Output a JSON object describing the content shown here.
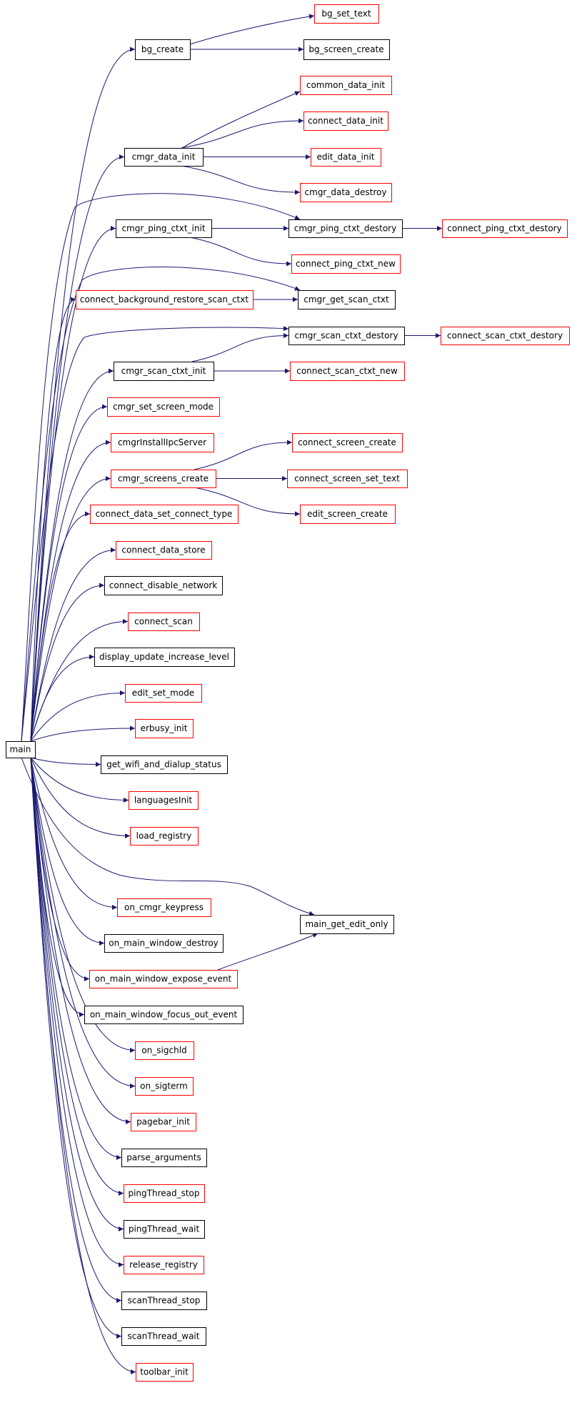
{
  "colors": {
    "edge": "#191970",
    "node_border_default": "#000000",
    "node_border_red": "#ff0000",
    "root_fill": "#bfbfbf",
    "node_fill": "#ffffff"
  },
  "nodes": [
    {
      "id": "main",
      "label": "main",
      "style": "root"
    },
    {
      "id": "bg_create",
      "label": "bg_create",
      "style": "black"
    },
    {
      "id": "bg_set_text",
      "label": "bg_set_text",
      "style": "red"
    },
    {
      "id": "bg_screen_create",
      "label": "bg_screen_create",
      "style": "black"
    },
    {
      "id": "cmgr_data_init",
      "label": "cmgr_data_init",
      "style": "black"
    },
    {
      "id": "common_data_init",
      "label": "common_data_init",
      "style": "red"
    },
    {
      "id": "connect_data_init",
      "label": "connect_data_init",
      "style": "red"
    },
    {
      "id": "edit_data_init",
      "label": "edit_data_init",
      "style": "red"
    },
    {
      "id": "cmgr_data_destroy",
      "label": "cmgr_data_destroy",
      "style": "red"
    },
    {
      "id": "cmgr_ping_ctxt_init",
      "label": "cmgr_ping_ctxt_init",
      "style": "black"
    },
    {
      "id": "cmgr_ping_ctxt_destory",
      "label": "cmgr_ping_ctxt_destory",
      "style": "black"
    },
    {
      "id": "connect_ping_ctxt_destory",
      "label": "connect_ping_ctxt_destory",
      "style": "red"
    },
    {
      "id": "connect_ping_ctxt_new",
      "label": "connect_ping_ctxt_new",
      "style": "red"
    },
    {
      "id": "connect_background_restore_scan_ctxt",
      "label": "connect_background_restore_scan_ctxt",
      "style": "red"
    },
    {
      "id": "cmgr_get_scan_ctxt",
      "label": "cmgr_get_scan_ctxt",
      "style": "black"
    },
    {
      "id": "cmgr_scan_ctxt_destory",
      "label": "cmgr_scan_ctxt_destory",
      "style": "black"
    },
    {
      "id": "connect_scan_ctxt_destory",
      "label": "connect_scan_ctxt_destory",
      "style": "red"
    },
    {
      "id": "cmgr_scan_ctxt_init",
      "label": "cmgr_scan_ctxt_init",
      "style": "black"
    },
    {
      "id": "connect_scan_ctxt_new",
      "label": "connect_scan_ctxt_new",
      "style": "red"
    },
    {
      "id": "cmgr_set_screen_mode",
      "label": "cmgr_set_screen_mode",
      "style": "red"
    },
    {
      "id": "cmgrInstallIpcServer",
      "label": "cmgrInstallIpcServer",
      "style": "red"
    },
    {
      "id": "cmgr_screens_create",
      "label": "cmgr_screens_create",
      "style": "red"
    },
    {
      "id": "connect_screen_create",
      "label": "connect_screen_create",
      "style": "red"
    },
    {
      "id": "connect_screen_set_text",
      "label": "connect_screen_set_text",
      "style": "red"
    },
    {
      "id": "edit_screen_create",
      "label": "edit_screen_create",
      "style": "red"
    },
    {
      "id": "connect_data_set_connect_type",
      "label": "connect_data_set_connect_type",
      "style": "red"
    },
    {
      "id": "connect_data_store",
      "label": "connect_data_store",
      "style": "red"
    },
    {
      "id": "connect_disable_network",
      "label": "connect_disable_network",
      "style": "black"
    },
    {
      "id": "connect_scan",
      "label": "connect_scan",
      "style": "red"
    },
    {
      "id": "display_update_increase_level",
      "label": "display_update_increase_level",
      "style": "black"
    },
    {
      "id": "edit_set_mode",
      "label": "edit_set_mode",
      "style": "red"
    },
    {
      "id": "erbusy_init",
      "label": "erbusy_init",
      "style": "red"
    },
    {
      "id": "get_wifi_and_dialup_status",
      "label": "get_wifi_and_dialup_status",
      "style": "black"
    },
    {
      "id": "languagesInit",
      "label": "languagesInit",
      "style": "red"
    },
    {
      "id": "load_registry",
      "label": "load_registry",
      "style": "red"
    },
    {
      "id": "main_get_edit_only",
      "label": "main_get_edit_only",
      "style": "black"
    },
    {
      "id": "on_cmgr_keypress",
      "label": "on_cmgr_keypress",
      "style": "red"
    },
    {
      "id": "on_main_window_destroy",
      "label": "on_main_window_destroy",
      "style": "black"
    },
    {
      "id": "on_main_window_expose_event",
      "label": "on_main_window_expose_event",
      "style": "red"
    },
    {
      "id": "on_main_window_focus_out_event",
      "label": "on_main_window_focus_out_event",
      "style": "black"
    },
    {
      "id": "on_sigchld",
      "label": "on_sigchld",
      "style": "red"
    },
    {
      "id": "on_sigterm",
      "label": "on_sigterm",
      "style": "red"
    },
    {
      "id": "pagebar_init",
      "label": "pagebar_init",
      "style": "red"
    },
    {
      "id": "parse_arguments",
      "label": "parse_arguments",
      "style": "black"
    },
    {
      "id": "pingThread_stop",
      "label": "pingThread_stop",
      "style": "red"
    },
    {
      "id": "pingThread_wait",
      "label": "pingThread_wait",
      "style": "black"
    },
    {
      "id": "release_registry",
      "label": "release_registry",
      "style": "red"
    },
    {
      "id": "scanThread_stop",
      "label": "scanThread_stop",
      "style": "black"
    },
    {
      "id": "scanThread_wait",
      "label": "scanThread_wait",
      "style": "black"
    },
    {
      "id": "toolbar_init",
      "label": "toolbar_init",
      "style": "red"
    }
  ],
  "edges": [
    [
      "main",
      "bg_create"
    ],
    [
      "main",
      "cmgr_data_init"
    ],
    [
      "main",
      "cmgr_ping_ctxt_destory"
    ],
    [
      "main",
      "cmgr_ping_ctxt_init"
    ],
    [
      "main",
      "cmgr_get_scan_ctxt"
    ],
    [
      "main",
      "connect_background_restore_scan_ctxt"
    ],
    [
      "main",
      "cmgr_scan_ctxt_destory"
    ],
    [
      "main",
      "cmgr_scan_ctxt_init"
    ],
    [
      "main",
      "cmgr_set_screen_mode"
    ],
    [
      "main",
      "cmgrInstallIpcServer"
    ],
    [
      "main",
      "cmgr_screens_create"
    ],
    [
      "main",
      "connect_data_set_connect_type"
    ],
    [
      "main",
      "connect_data_store"
    ],
    [
      "main",
      "connect_disable_network"
    ],
    [
      "main",
      "connect_scan"
    ],
    [
      "main",
      "display_update_increase_level"
    ],
    [
      "main",
      "edit_set_mode"
    ],
    [
      "main",
      "erbusy_init"
    ],
    [
      "main",
      "get_wifi_and_dialup_status"
    ],
    [
      "main",
      "languagesInit"
    ],
    [
      "main",
      "load_registry"
    ],
    [
      "main",
      "main_get_edit_only"
    ],
    [
      "main",
      "on_cmgr_keypress"
    ],
    [
      "main",
      "on_main_window_destroy"
    ],
    [
      "main",
      "on_main_window_expose_event"
    ],
    [
      "main",
      "on_main_window_focus_out_event"
    ],
    [
      "main",
      "on_sigchld"
    ],
    [
      "main",
      "on_sigterm"
    ],
    [
      "main",
      "pagebar_init"
    ],
    [
      "main",
      "parse_arguments"
    ],
    [
      "main",
      "pingThread_stop"
    ],
    [
      "main",
      "pingThread_wait"
    ],
    [
      "main",
      "release_registry"
    ],
    [
      "main",
      "scanThread_stop"
    ],
    [
      "main",
      "scanThread_wait"
    ],
    [
      "main",
      "toolbar_init"
    ],
    [
      "bg_create",
      "bg_set_text"
    ],
    [
      "bg_create",
      "bg_screen_create"
    ],
    [
      "cmgr_data_init",
      "common_data_init"
    ],
    [
      "cmgr_data_init",
      "connect_data_init"
    ],
    [
      "cmgr_data_init",
      "edit_data_init"
    ],
    [
      "cmgr_data_init",
      "cmgr_data_destroy"
    ],
    [
      "cmgr_ping_ctxt_init",
      "cmgr_ping_ctxt_destory"
    ],
    [
      "cmgr_ping_ctxt_init",
      "connect_ping_ctxt_new"
    ],
    [
      "cmgr_ping_ctxt_destory",
      "connect_ping_ctxt_destory"
    ],
    [
      "connect_background_restore_scan_ctxt",
      "cmgr_get_scan_ctxt"
    ],
    [
      "cmgr_scan_ctxt_init",
      "cmgr_scan_ctxt_destory"
    ],
    [
      "cmgr_scan_ctxt_init",
      "connect_scan_ctxt_new"
    ],
    [
      "cmgr_scan_ctxt_destory",
      "connect_scan_ctxt_destory"
    ],
    [
      "cmgr_screens_create",
      "connect_screen_create"
    ],
    [
      "cmgr_screens_create",
      "connect_screen_set_text"
    ],
    [
      "cmgr_screens_create",
      "edit_screen_create"
    ],
    [
      "on_main_window_expose_event",
      "main_get_edit_only"
    ]
  ]
}
